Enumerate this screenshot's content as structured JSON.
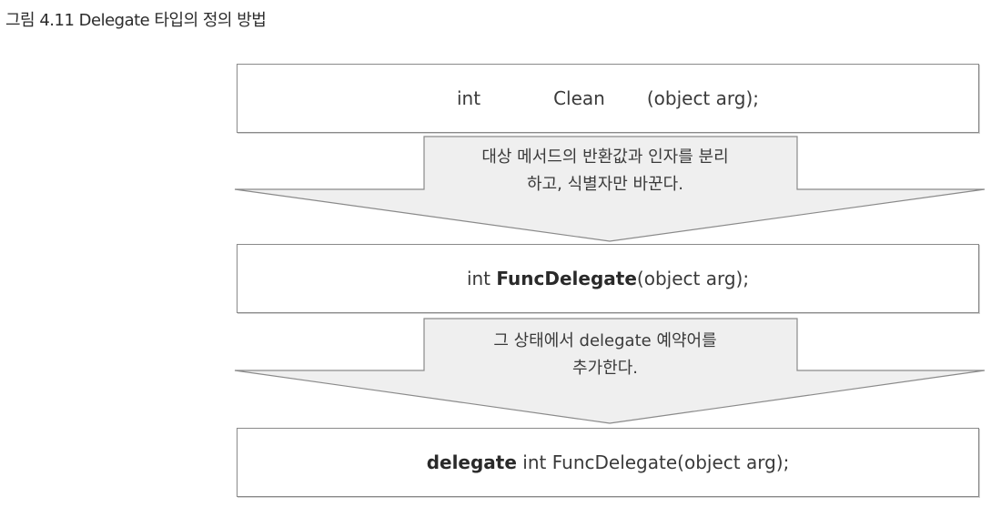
{
  "caption": "그림 4.11 Delegate 타입의 정의 방법",
  "boxes": {
    "step1": {
      "part1": "int",
      "part2": "Clean",
      "part3": "(object arg);"
    },
    "step2": {
      "prefix": "int ",
      "bold": "FuncDelegate",
      "suffix": "(object arg);"
    },
    "step3": {
      "bold": "delegate",
      "suffix": " int FuncDelegate(object arg);"
    }
  },
  "arrows": {
    "arrow1": {
      "line1": "대상 메서드의 반환값과 인자를 분리",
      "line2": "하고, 식별자만 바꾼다."
    },
    "arrow2": {
      "line1": "그 상태에서 delegate 예약어를",
      "line2": "추가한다."
    }
  },
  "colors": {
    "arrow_fill": "#efefef",
    "stroke": "#8a8a8a"
  }
}
